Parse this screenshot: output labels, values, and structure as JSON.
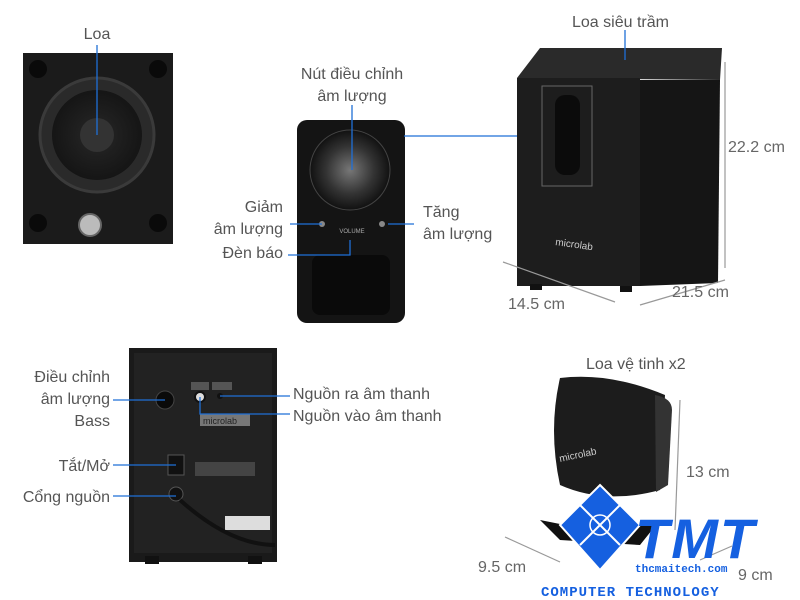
{
  "front_speaker": {
    "label": "Loa"
  },
  "control_unit": {
    "knob_label_line1": "Nút điều chỉnh",
    "knob_label_line2": "âm lượng",
    "decrease_line1": "Giảm",
    "decrease_line2": "âm lượng",
    "increase_line1": "Tăng",
    "increase_line2": "âm lượng",
    "indicator": "Đèn báo",
    "volume_print": "VOLUME"
  },
  "subwoofer": {
    "label": "Loa siêu trầm",
    "height": "22.2 cm",
    "depth": "21.5 cm",
    "width": "14.5 cm",
    "brand": "microlab"
  },
  "back_panel": {
    "bass_line1": "Điều chỉnh",
    "bass_line2": "âm lượng",
    "bass_line3": "Bass",
    "power_switch": "Tắt/Mở",
    "power_port": "Cổng nguồn",
    "audio_out": "Nguồn ra âm thanh",
    "audio_in": "Nguồn vào âm thanh",
    "brand": "microlab"
  },
  "satellite": {
    "label": "Loa vệ tinh x2",
    "height": "13 cm",
    "width": "9.5 cm",
    "depth": "9 cm",
    "brand": "microlab"
  },
  "watermark": {
    "logo": "TMT",
    "site": "thcmaitech.com",
    "tagline": "COMPUTER TECHNOLOGY",
    "color": "#1560e0"
  }
}
